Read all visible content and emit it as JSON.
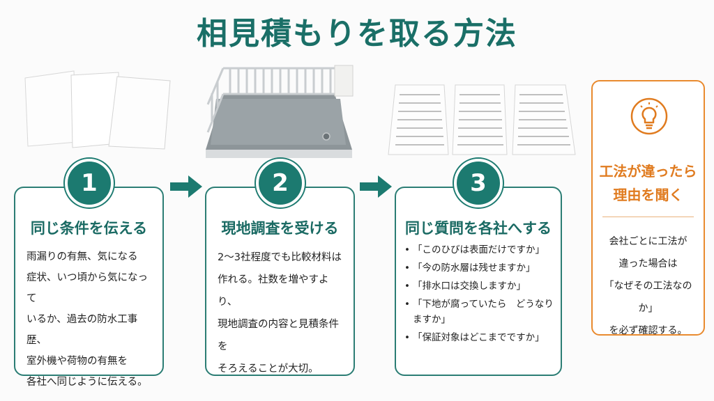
{
  "title": "相見積もりを取る方法",
  "colors": {
    "teal": "#1c7a70",
    "orange": "#e07b1f"
  },
  "steps": [
    {
      "number": "1",
      "heading": "同じ条件を伝える",
      "body_lines": [
        "雨漏りの有無、気になる",
        "症状、いつ頃から気になって",
        "いるか、過去の防水工事歴、",
        "室外機や荷物の有無を",
        "各社へ同じように伝える。"
      ],
      "illustration": "paper-sheets"
    },
    {
      "number": "2",
      "heading": "現地調査を受ける",
      "body_lines": [
        "2～3社程度でも比較材料は",
        "作れる。社数を増やすより、",
        "現地調査の内容と見積条件を",
        "そろえることが大切。"
      ],
      "illustration": "balcony-floor"
    },
    {
      "number": "3",
      "heading": "同じ質問を各社へする",
      "questions": [
        "「このひびは表面だけですか」",
        "「今の防水層は残せますか」",
        "「排水口は交換しますか」",
        "「下地が腐っていたら　どうなりますか」",
        "「保証対象はどこまでですか」"
      ],
      "illustration": "quote-forms"
    }
  ],
  "tip": {
    "icon": "lightbulb-icon",
    "title_lines": [
      "工法が違ったら",
      "理由を聞く"
    ],
    "body_lines": [
      "会社ごとに工法が",
      "違った場合は",
      "「なぜその工法なのか」",
      "を必ず確認する。"
    ]
  }
}
